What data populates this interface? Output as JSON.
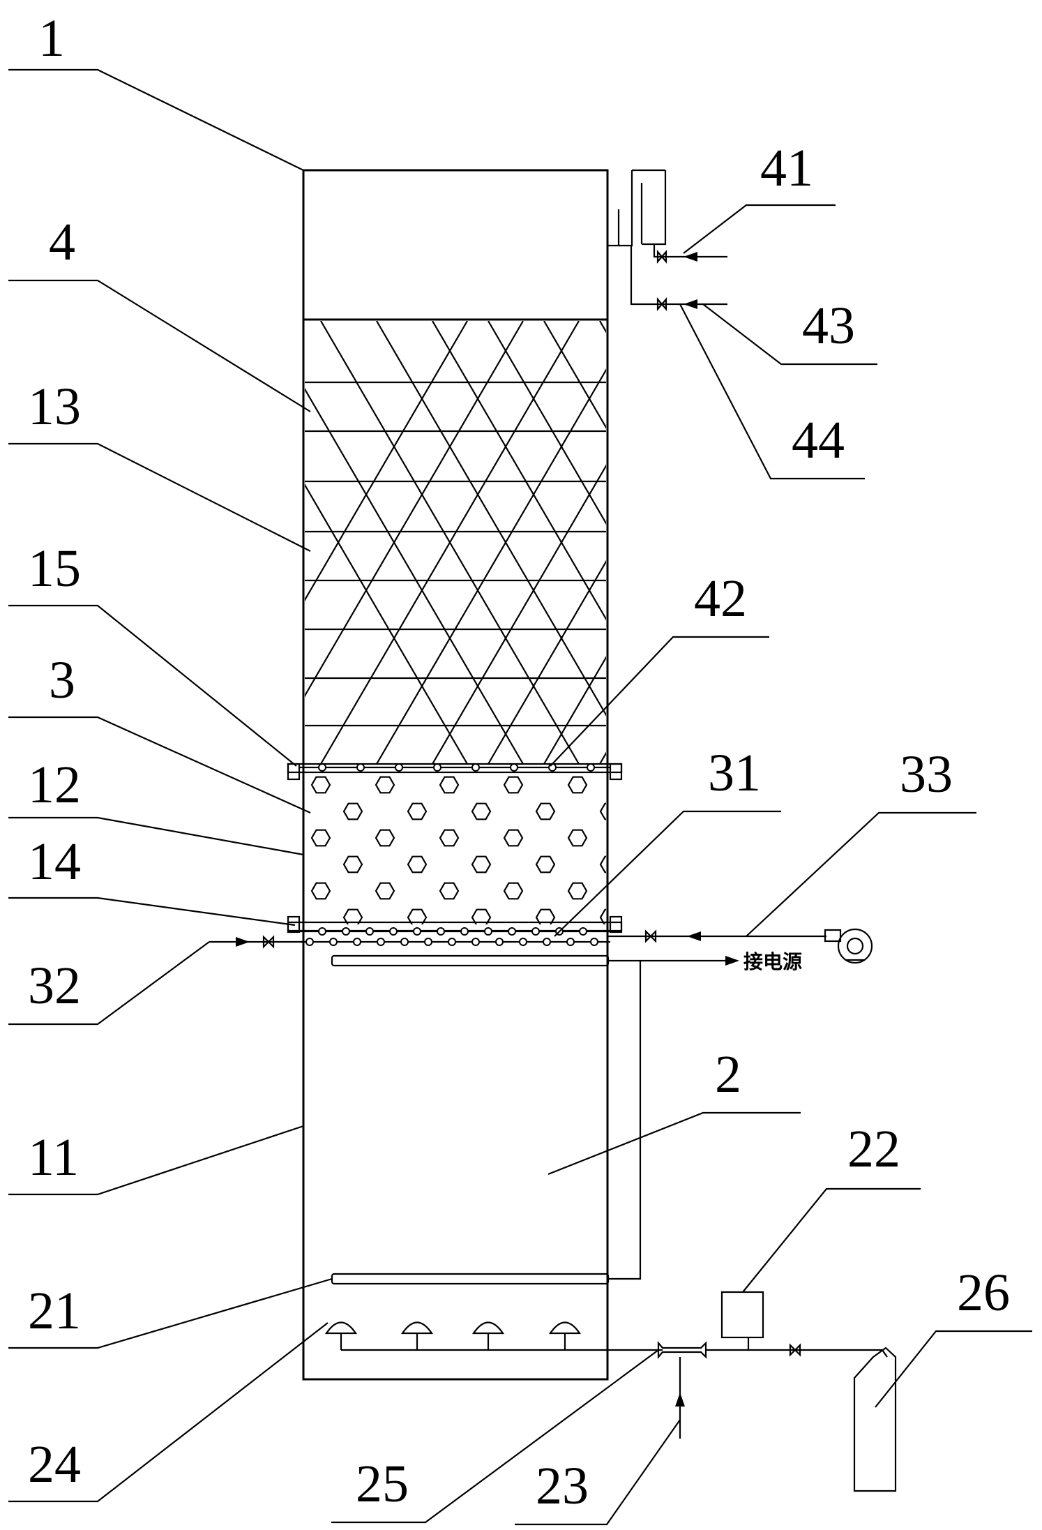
{
  "labels": [
    {
      "id": "1",
      "text": "1"
    },
    {
      "id": "4",
      "text": "4"
    },
    {
      "id": "13",
      "text": "13"
    },
    {
      "id": "15",
      "text": "15"
    },
    {
      "id": "3",
      "text": "3"
    },
    {
      "id": "12",
      "text": "12"
    },
    {
      "id": "14",
      "text": "14"
    },
    {
      "id": "32",
      "text": "32"
    },
    {
      "id": "11",
      "text": "11"
    },
    {
      "id": "21",
      "text": "21"
    },
    {
      "id": "24",
      "text": "24"
    },
    {
      "id": "25",
      "text": "25"
    },
    {
      "id": "23",
      "text": "23"
    },
    {
      "id": "41",
      "text": "41"
    },
    {
      "id": "43",
      "text": "43"
    },
    {
      "id": "44",
      "text": "44"
    },
    {
      "id": "42",
      "text": "42"
    },
    {
      "id": "31",
      "text": "31"
    },
    {
      "id": "33",
      "text": "33"
    },
    {
      "id": "2",
      "text": "2"
    },
    {
      "id": "22",
      "text": "22"
    },
    {
      "id": "26",
      "text": "26"
    }
  ],
  "power_note": "接电源"
}
